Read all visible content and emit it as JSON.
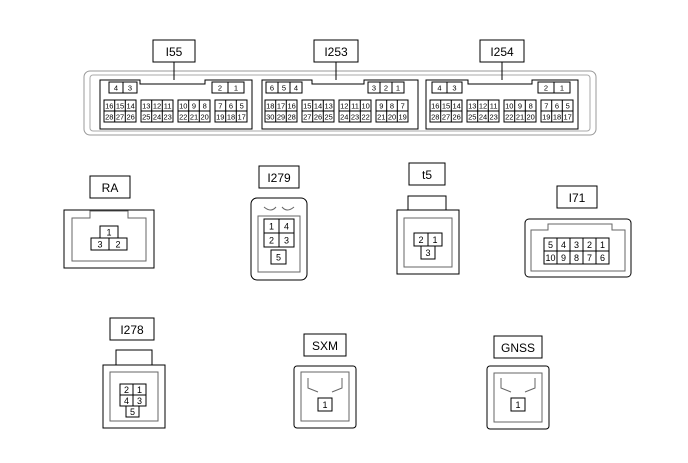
{
  "labels": {
    "i55": "I55",
    "i253": "I253",
    "i254": "I254",
    "ra": "RA",
    "i279": "I279",
    "t5": "t5",
    "i71": "I71",
    "i278": "I278",
    "sxm": "SXM",
    "gnss": "GNSS"
  },
  "pins": {
    "i55": {
      "top_left": [
        "4",
        "3"
      ],
      "top_right": [
        "2",
        "1"
      ],
      "row1": [
        "16",
        "15",
        "14",
        "13",
        "12",
        "11",
        "10",
        "9",
        "8",
        "7",
        "6",
        "5"
      ],
      "row2": [
        "28",
        "27",
        "26",
        "25",
        "24",
        "23",
        "22",
        "21",
        "20",
        "19",
        "18",
        "17"
      ]
    },
    "i253": {
      "top_left": [
        "6",
        "5",
        "4"
      ],
      "top_right": [
        "3",
        "2",
        "1"
      ],
      "row1": [
        "18",
        "17",
        "16",
        "15",
        "14",
        "13",
        "12",
        "11",
        "10",
        "9",
        "8",
        "7"
      ],
      "row2": [
        "30",
        "29",
        "28",
        "27",
        "26",
        "25",
        "24",
        "23",
        "22",
        "21",
        "20",
        "19"
      ]
    },
    "i254": {
      "top_left": [
        "4",
        "3"
      ],
      "top_right": [
        "2",
        "1"
      ],
      "row1": [
        "16",
        "15",
        "14",
        "13",
        "12",
        "11",
        "10",
        "9",
        "8",
        "7",
        "6",
        "5"
      ],
      "row2": [
        "28",
        "27",
        "26",
        "25",
        "24",
        "23",
        "22",
        "21",
        "20",
        "19",
        "18",
        "17"
      ]
    },
    "ra": [
      "1",
      "3",
      "2"
    ],
    "i279": [
      "1",
      "4",
      "2",
      "3",
      "5"
    ],
    "t5": [
      "2",
      "1",
      "3"
    ],
    "i71": {
      "row1": [
        "5",
        "4",
        "3",
        "2",
        "1"
      ],
      "row2": [
        "10",
        "9",
        "8",
        "7",
        "6"
      ]
    },
    "i278": [
      "2",
      "1",
      "4",
      "3",
      "5"
    ],
    "sxm": [
      "1"
    ],
    "gnss": [
      "1"
    ]
  }
}
